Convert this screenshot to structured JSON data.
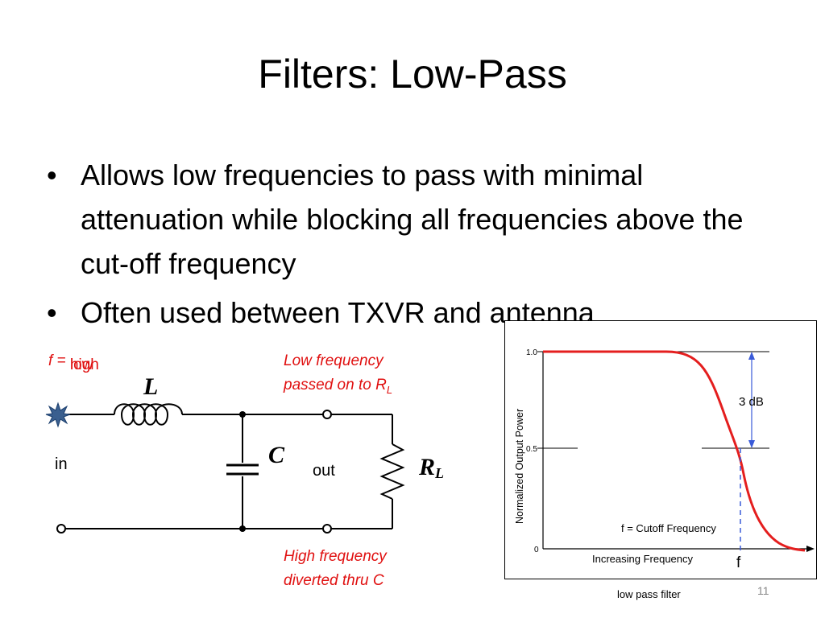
{
  "slide": {
    "title": "Filters: Low-Pass",
    "bullets": [
      "Allows low frequencies to pass with minimal attenuation while blocking all frequencies above the cut-off frequency",
      "Often used between TXVR and antenna"
    ],
    "page_number": "11"
  },
  "annotations": {
    "f_label": "f",
    "f_equals": " = ",
    "f_values": [
      "low",
      "high"
    ],
    "low_line1": "Low frequency",
    "low_line2": "passed on to R",
    "low_sub": "L",
    "high_line1": "High frequency",
    "high_line2": "diverted thru C"
  },
  "circuit": {
    "inductor_label": "L",
    "capacitor_label": "C",
    "resistor_label": "R",
    "resistor_sub": "L",
    "in_label": "in",
    "out_label": "out"
  },
  "graph": {
    "ylabel": "Normalized Output Power",
    "xlabel": "Increasing Frequency",
    "y_ticks": [
      "1.0",
      "0.5",
      "0"
    ],
    "db_label": "3 dB",
    "cutoff_label": "f = Cutoff Frequency",
    "f_marker": "f",
    "caption": "low pass filter",
    "colors": {
      "curve": "#e41e1e",
      "marker": "#3a5bd9"
    }
  }
}
